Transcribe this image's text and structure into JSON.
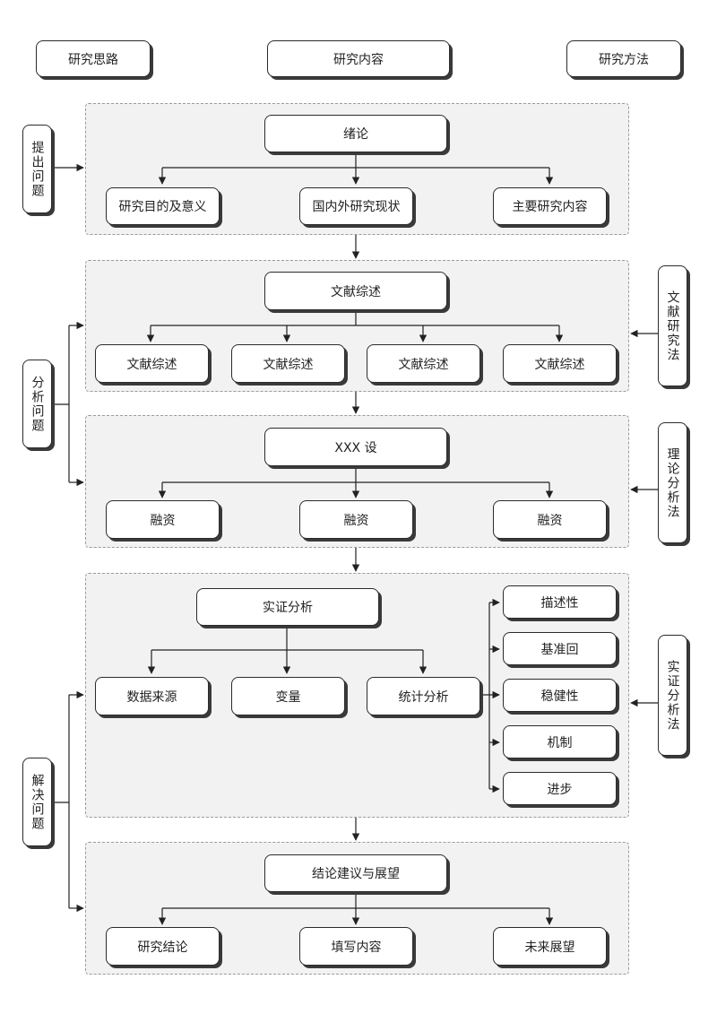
{
  "headers": {
    "left": "研究思路",
    "center": "研究内容",
    "right": "研究方法"
  },
  "side_left": {
    "ask": "提出问题",
    "analyze": "分析问题",
    "solve": "解决问题"
  },
  "side_right": {
    "literature": "文献研究法",
    "theory": "理论分析法",
    "empirical": "实证分析法"
  },
  "section1": {
    "title": "绪论",
    "items": [
      "研究目的及意义",
      "国内外研究现状",
      "主要研究内容"
    ]
  },
  "section2": {
    "title": "文献综述",
    "items": [
      "文献综述",
      "文献综述",
      "文献综述",
      "文献综述"
    ]
  },
  "section3": {
    "title": "XXX 设",
    "items": [
      "融资",
      "融资",
      "融资"
    ]
  },
  "section4": {
    "title": "实证分析",
    "items": [
      "数据来源",
      "变量",
      "统计分析"
    ],
    "sub_items": [
      "描述性",
      "基准回",
      "稳健性",
      "机制",
      "进步"
    ]
  },
  "section5": {
    "title": "结论建议与展望",
    "items": [
      "研究结论",
      "填写内容",
      "未来展望"
    ]
  },
  "colors": {
    "panel_bg": "#f2f2f2",
    "panel_border": "#9b9b9b",
    "box_border": "#2b2b2b",
    "line": "#222222"
  }
}
